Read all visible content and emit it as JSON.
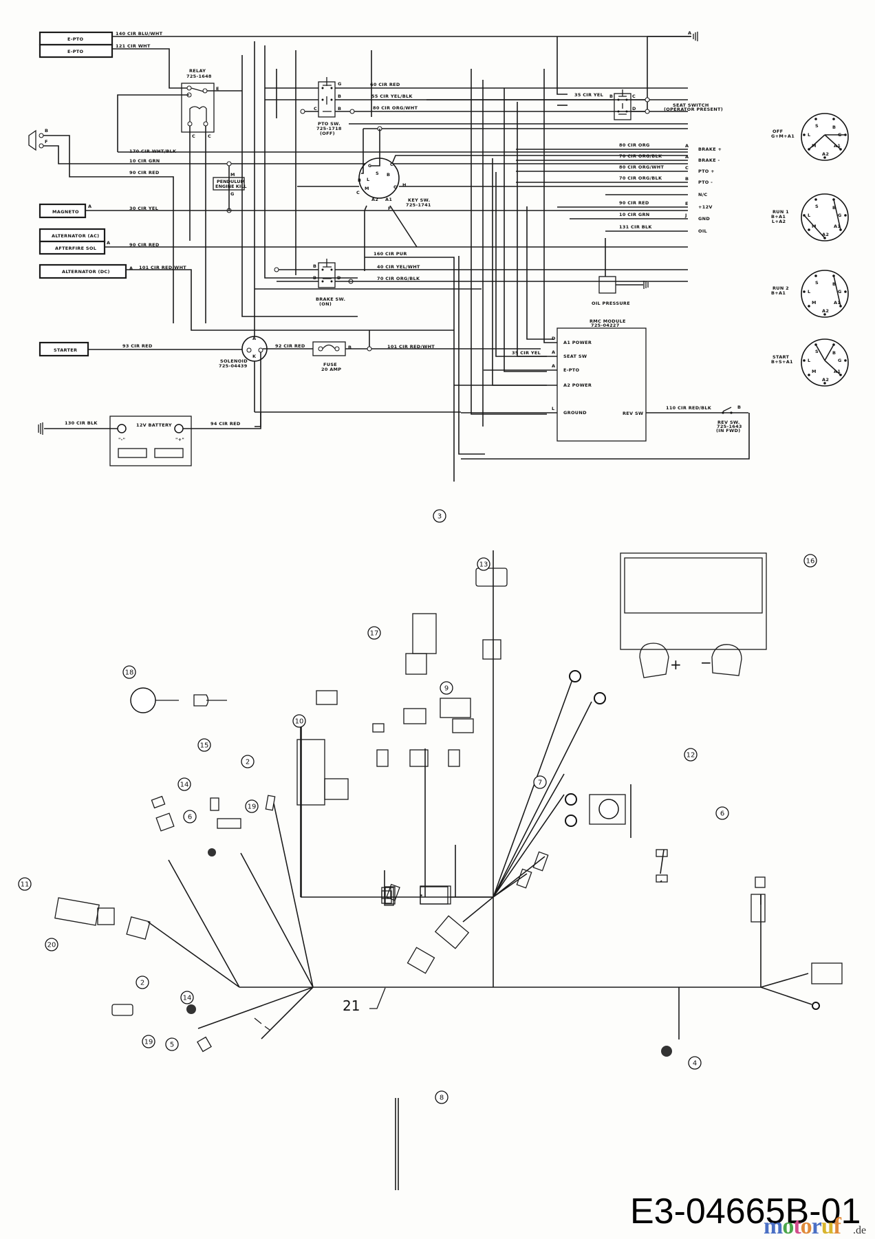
{
  "document": {
    "number": "E3-04665B-01",
    "watermark": {
      "text": "motoruf",
      "suffix": ".de",
      "letter_colors": [
        "#4a6fc4",
        "#4aa64a",
        "#d24d8c",
        "#e08a3a",
        "#4a6fc4",
        "#d9b52e",
        "#e08a3a"
      ]
    }
  },
  "schematic": {
    "components": {
      "eptop_1": "E-PTO",
      "eptop_2": "E-PTO",
      "relay": [
        "RELAY",
        "725-1648"
      ],
      "relay_pins": {
        "e": "E",
        "c1": "C",
        "c2": "C"
      },
      "magneto": "MAGNETO",
      "alternator_ac": "ALTERNATOR (AC)",
      "afterfire": "AFTERFIRE SOL",
      "alternator_dc": "ALTERNATOR (DC)",
      "starter": "STARTER",
      "pendulum": [
        "PENDULUM",
        "ENGINE KILL"
      ],
      "pendulum_pins": {
        "top": "M",
        "bottom": "G"
      },
      "pto_switch": [
        "PTO SW.",
        "725-1718",
        "(OFF)"
      ],
      "pto_pins": {
        "g": "G",
        "b1": "B",
        "c": "C",
        "b2": "B"
      },
      "key_switch": [
        "KEY SW.",
        "725-1741"
      ],
      "key_pins": [
        "C",
        "S",
        "B",
        "L",
        "M",
        "G",
        "H",
        "A2",
        "A1",
        "F",
        "C",
        "B",
        "C"
      ],
      "brake_switch": [
        "BRAKE SW.",
        "(ON)"
      ],
      "brake_pins": {
        "b1": "B",
        "b2": "B",
        "d": "D",
        "top": "I"
      },
      "solenoid": [
        "SOLENOID",
        "725-04439"
      ],
      "solenoid_pins": {
        "a": "A",
        "k": "K"
      },
      "fuse": [
        "FUSE",
        "20 AMP"
      ],
      "fuse_pin": "B",
      "battery": {
        "title": "12V BATTERY",
        "neg": "\"-\"",
        "pos": "\"+\""
      },
      "seat_switch": [
        "SEAT SWITCH",
        "(OPERATOR PRESENT)"
      ],
      "seat_pins": {
        "b": "B",
        "c": "C",
        "d": "D"
      },
      "oil_pressure": "OIL PRESSURE",
      "rmc_module": {
        "title": [
          "RMC MODULE",
          "725-04227"
        ],
        "pins_left": [
          {
            "pin": "D",
            "label": "A1 POWER"
          },
          {
            "pin": "A",
            "label": "SEAT SW"
          },
          {
            "pin": "A",
            "label": "E-PTO"
          },
          {
            "pin": "",
            "label": "A2 POWER"
          },
          {
            "pin": "L",
            "label": "GROUND"
          }
        ],
        "pin_right": "REV SW"
      },
      "rev_switch": [
        "REV SW.",
        "725-1643",
        "(IN FWD)"
      ],
      "rev_pin": "B",
      "ground_connector_pin": "A"
    },
    "wires": {
      "w140": "140 CIR BLU/WHT",
      "w121": "121 CIR WHT",
      "w170": "170 CIR WHT/BLK",
      "w10a": "10 CIR GRN",
      "w90a": "90 CIR RED",
      "w30": "30 CIR YEL",
      "w90b": "90 CIR RED",
      "w101a": "101 CIR RED/WHT",
      "w93": "93 CIR RED",
      "w130": "130 CIR BLK",
      "w94": "94 CIR RED",
      "w92": "92 CIR RED",
      "w101b": "101 CIR RED/WHT",
      "w80ows": "80 CIR ORG/WHT",
      "w60red": "60 CIR RED",
      "w55": "55 CIR YEL/BLK",
      "w80o": "80 CIR ORG/WHT",
      "w35a": "35 CIR YEL",
      "w160": "160 CIR PUR",
      "w40": "40 CIR YEL/WHT",
      "w70": "70 CIR ORG/BLK",
      "w35b": "35 CIR YEL",
      "w110": "110 CIR RED/BLK"
    },
    "connector_block": [
      {
        "wire": "80 CIR ORG",
        "pin": "A",
        "label": "BRAKE +"
      },
      {
        "wire": "70 CIR ORG/BLK",
        "pin": "A",
        "label": "BRAKE -"
      },
      {
        "wire": "80 CIR ORG/WHT",
        "pin": "C",
        "label": "PTO +"
      },
      {
        "wire": "70 CIR ORG/BLK",
        "pin": "B",
        "label": "PTO -"
      },
      {
        "wire": "",
        "pin": "",
        "label": "N/C"
      },
      {
        "wire": "90 CIR RED",
        "pin": "E",
        "label": "+12V"
      },
      {
        "wire": "10 CIR GRN",
        "pin": "J",
        "label": "GND"
      },
      {
        "wire": "131 CIR BLK",
        "pin": "",
        "label": "OIL"
      }
    ],
    "key_positions": [
      {
        "name": "OFF",
        "combo": "G+M+A1"
      },
      {
        "name": "RUN 1",
        "combo": "B+A1",
        "combo2": "L+A2"
      },
      {
        "name": "RUN 2",
        "combo": "B+A1"
      },
      {
        "name": "START",
        "combo": "B+S+A1"
      }
    ],
    "dial_letters": [
      "S",
      "B",
      "L",
      "G",
      "M",
      "A1",
      "A2"
    ]
  },
  "parts": {
    "callouts": [
      "3",
      "13",
      "16",
      "17",
      "9",
      "10",
      "18",
      "15",
      "2",
      "14",
      "19",
      "6",
      "7",
      "12",
      "6",
      "11",
      "20",
      "2",
      "14",
      "19",
      "5",
      "4",
      "8"
    ],
    "harness_number": "21"
  }
}
